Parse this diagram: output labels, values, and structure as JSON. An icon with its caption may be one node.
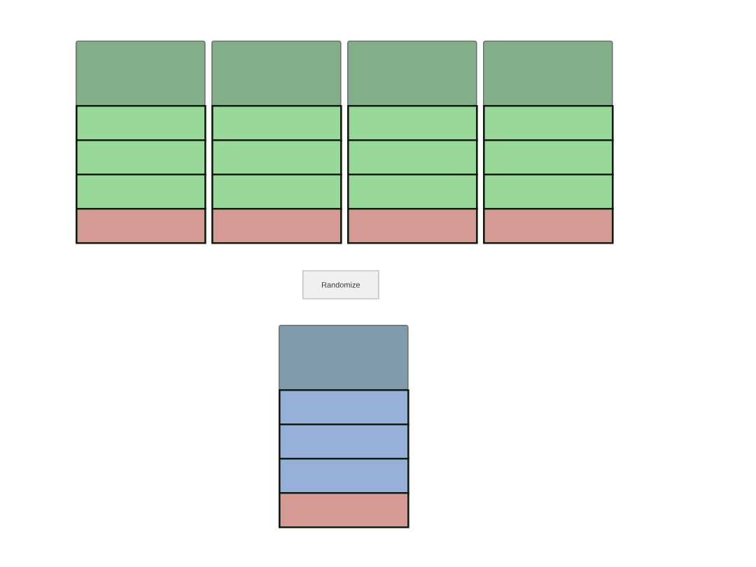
{
  "diagram": {
    "nodes": [
      {
        "text": [],
        "shape": "box"
      },
      {
        "text": [],
        "shape": "box"
      },
      {
        "text": [],
        "shape": "box"
      },
      {
        "text": [],
        "shape": "box"
      },
      {
        "text": [],
        "shape": "box"
      },
      {
        "text": [],
        "shape": "box"
      },
      {
        "text": [],
        "shape": "box"
      },
      {
        "text": [],
        "shape": "box"
      },
      {
        "text": [],
        "shape": "box"
      },
      {
        "text": [],
        "shape": "box"
      },
      {
        "text": [],
        "shape": "box"
      },
      {
        "text": [],
        "shape": "box"
      },
      {
        "text": [],
        "shape": "box"
      },
      {
        "text": [],
        "shape": "box"
      },
      {
        "text": [],
        "shape": "box"
      },
      {
        "text": [],
        "shape": "box"
      },
      {
        "text": [],
        "shape": "box"
      },
      {
        "text": [],
        "shape": "box"
      },
      {
        "text": [],
        "shape": "box"
      },
      {
        "text": [],
        "shape": "box"
      },
      {
        "text": [
          "Randomize"
        ]
      },
      {
        "text": [],
        "shape": "box"
      },
      {
        "text": [],
        "shape": "box"
      },
      {
        "text": [],
        "shape": "box"
      },
      {
        "text": [],
        "shape": "box"
      },
      {
        "text": [],
        "shape": "box"
      }
    ]
  }
}
